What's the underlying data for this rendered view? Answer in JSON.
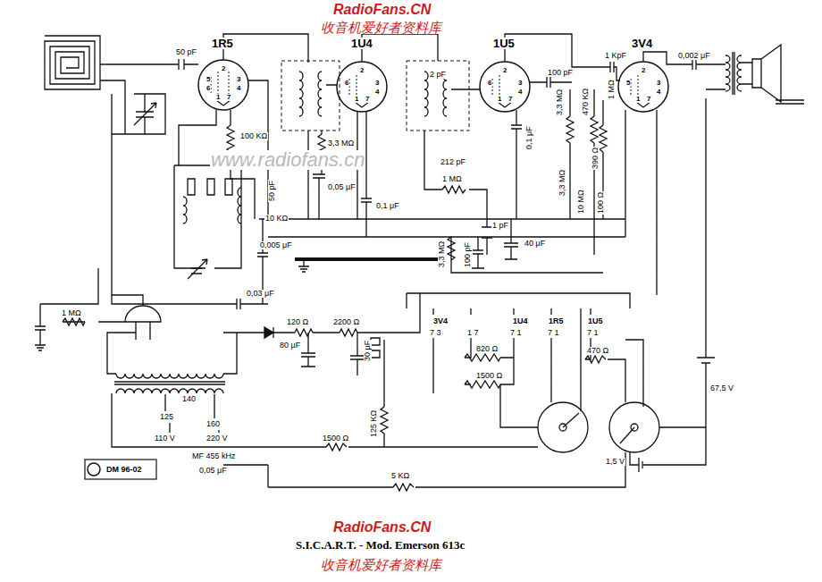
{
  "diagram": {
    "caption": "S.I.C.A.R.T. - Mod. Emerson 613c",
    "labels": [
      "RadioFans.CN",
      "收音机爱好者资料库",
      "www.radiofans.cn",
      "1R5",
      "1U4",
      "1U5",
      "3V4",
      "50 pF",
      "100 KΩ",
      "50 pF",
      "10 KΩ",
      "0,005 μF",
      "3,3 MΩ",
      "0,05 μF",
      "0,1 μF",
      "2 pF",
      "212 pF",
      "1 MΩ",
      "1 pF",
      "0,1 μF",
      "100 pF",
      "3,3 MΩ",
      "470 KΩ",
      "1 KpF",
      "1 MΩ",
      "0,002 μF",
      "3,3 MΩ",
      "10 MΩ",
      "390 Ω",
      "100 Ω",
      "3,3 MΩ",
      "100 pF",
      "40 μF",
      "0,03 μF",
      "1 MΩ",
      "120 Ω",
      "2200 Ω",
      "80 μF",
      "30 μF",
      "3V4",
      "1U4",
      "1R5",
      "1U5",
      "7 3",
      "1 7",
      "7 1",
      "7 1",
      "7 1",
      "820 Ω",
      "1500 Ω",
      "470 Ω",
      "67,5 V",
      "1,5 V",
      "125 KΩ",
      "1500 Ω",
      "5 KΩ",
      "125",
      "140",
      "160",
      "110 V",
      "220 V",
      "MF 455 kHz",
      "0,05 μF",
      "DM 96-02",
      "RadioFans.CN",
      "收音机爱好者资料库",
      "2",
      "5",
      "6",
      "3",
      "4",
      "1",
      "7",
      "2",
      "6",
      "3",
      "4",
      "1",
      "7",
      "2",
      "6",
      "3",
      "4",
      "1",
      "7",
      "2",
      "5",
      "3",
      "4",
      "1",
      "7"
    ]
  }
}
